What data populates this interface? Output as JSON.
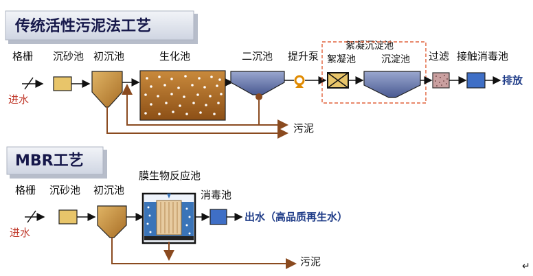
{
  "section_traditional": {
    "title": "传统活性污泥法工艺",
    "labels": {
      "screen": "格栅",
      "grit": "沉砂池",
      "primary": "初沉池",
      "bio": "生化池",
      "secondary": "二沉池",
      "pump": "提升泵",
      "coag_group": "絮凝沉淀池",
      "floc": "絮凝池",
      "sediment": "沉淀池",
      "filter": "过滤",
      "contact": "接触消毒池",
      "discharge": "排放",
      "inflow": "进水",
      "sludge": "污泥"
    }
  },
  "section_mbr": {
    "title": "MBR工艺",
    "labels": {
      "screen": "格栅",
      "grit": "沉砂池",
      "primary": "初沉池",
      "membrane": "膜生物反应池",
      "disinfection": "消毒池",
      "outflow": "出水（高品质再生水）",
      "inflow": "进水",
      "sludge": "污泥"
    }
  },
  "colors": {
    "title_bg": "#dfe3ec",
    "grit_fill": "#e6c56b",
    "tank_fill": "#c9954a",
    "bio_fill": "#a9641b",
    "blue_tank": "#5f6fa6",
    "sludge_line": "#8a4a1f",
    "pump": "#e08a00",
    "membrane_blue": "#3a74b8",
    "contact_blue": "#3f6fc6",
    "dashed_box": "#e0603a"
  },
  "misc": {
    "return_mark": "↵"
  }
}
